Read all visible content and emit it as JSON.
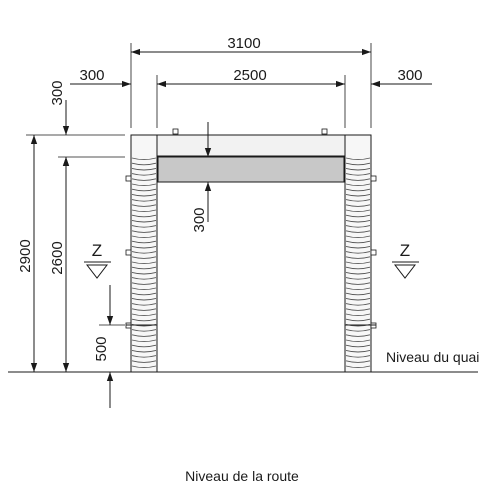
{
  "dimensions": {
    "overall_width": "3100",
    "left_seal_width": "300",
    "opening_width": "2500",
    "right_seal_width": "300",
    "top_seal_height": "300",
    "total_height": "2900",
    "opening_height": "2600",
    "top_pad_height": "300",
    "bottom_offset": "500"
  },
  "section_marks": {
    "left": "Z",
    "right": "Z"
  },
  "labels": {
    "dock_level": "Niveau du quai",
    "road_level": "Niveau de la route"
  },
  "colors": {
    "line": "#1a1a1a",
    "top_pad_fill": "#f2f2f2",
    "header_pad_fill": "#c8c8c8",
    "curtain_fill": "#f7f7f7"
  }
}
